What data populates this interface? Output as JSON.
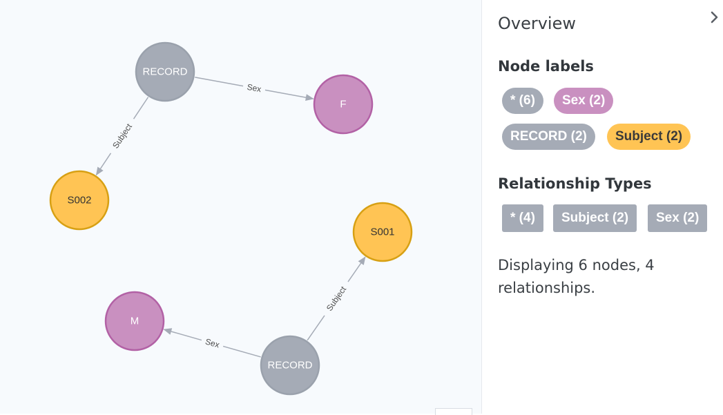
{
  "graph": {
    "colors": {
      "record": "#a5abb6",
      "record_border": "#9aa1ac",
      "sex": "#c990c0",
      "sex_border": "#b261a5",
      "subject": "#ffc454",
      "subject_border": "#d7a013",
      "edge": "#a5abb6",
      "canvas_bg": "#f7fafd"
    },
    "nodes": [
      {
        "id": "n_record_1",
        "label": "RECORD",
        "type": "record"
      },
      {
        "id": "n_f",
        "label": "F",
        "type": "sex"
      },
      {
        "id": "n_s002",
        "label": "S002",
        "type": "subject"
      },
      {
        "id": "n_s001",
        "label": "S001",
        "type": "subject"
      },
      {
        "id": "n_m",
        "label": "M",
        "type": "sex"
      },
      {
        "id": "n_record_2",
        "label": "RECORD",
        "type": "record"
      }
    ],
    "relationships": [
      {
        "from": "n_record_1",
        "to": "n_f",
        "label": "Sex"
      },
      {
        "from": "n_record_1",
        "to": "n_s002",
        "label": "Subject"
      },
      {
        "from": "n_record_2",
        "to": "n_s001",
        "label": "Subject"
      },
      {
        "from": "n_record_2",
        "to": "n_m",
        "label": "Sex"
      }
    ]
  },
  "overview": {
    "title": "Overview",
    "collapse_icon": "chevron-right-icon",
    "node_labels_heading": "Node labels",
    "node_labels": [
      {
        "text": "* (6)",
        "color": "#a5abb6",
        "text_color": "#ffffff"
      },
      {
        "text": "Sex (2)",
        "color": "#c990c0",
        "text_color": "#ffffff"
      },
      {
        "text": "RECORD (2)",
        "color": "#a5abb6",
        "text_color": "#ffffff"
      },
      {
        "text": "Subject (2)",
        "color": "#ffc454",
        "text_color": "#3a3a3a"
      }
    ],
    "relationship_types_heading": "Relationship Types",
    "relationship_types": [
      {
        "text": "* (4)"
      },
      {
        "text": "Subject (2)"
      },
      {
        "text": "Sex (2)"
      }
    ],
    "status": "Displaying 6 nodes, 4 relationships."
  }
}
